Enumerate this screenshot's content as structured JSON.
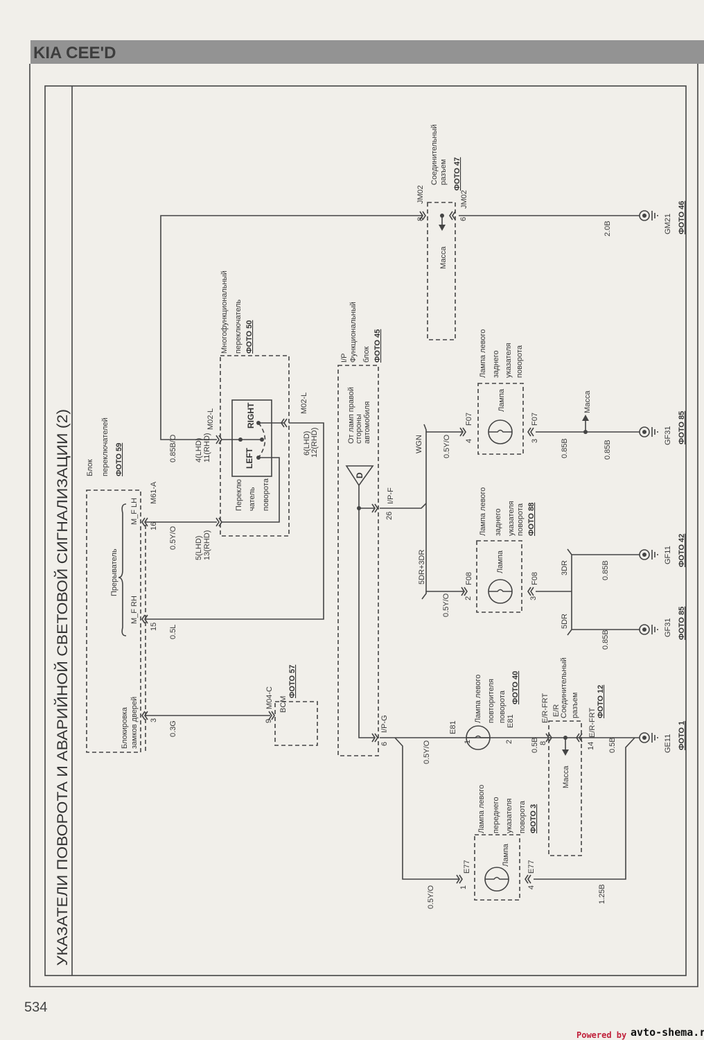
{
  "header": {
    "brand": "KIA CEE'D"
  },
  "page": {
    "number": "534",
    "title": "УКАЗАТЕЛИ ПОВОРОТА И АВАРИЙНОЙ СВЕТОВОЙ СИГНАЛИЗАЦИИ (2)"
  },
  "watermark": {
    "powered": "Powered by",
    "site": "avto-shema.ru"
  },
  "components": {
    "switch_block": {
      "lines": [
        "Блок",
        "переключателей"
      ],
      "photo": "ФОТО 59"
    },
    "interrupter": {
      "label": "Прерыватель",
      "mf_lh": "M_F LH",
      "mf_rh": "M_F RH"
    },
    "door_lock": {
      "lines": [
        "Блокировка",
        "замков дверей"
      ]
    },
    "multifunction_switch": {
      "lines": [
        "Многофункциональный",
        "переключатель"
      ],
      "photo": "ФОТО 50"
    },
    "turn_switch": {
      "lines": [
        "Переклю",
        "чатель",
        "поворота"
      ],
      "left": "LEFT",
      "right": "RIGHT"
    },
    "bcm": {
      "name": "BCM",
      "photo": "ФОТО 57"
    },
    "ip_block": {
      "lines": [
        "I/P",
        "Функциональный",
        "блок"
      ],
      "photo": "ФОТО 45"
    },
    "right_side_feed": {
      "lines": [
        "От ламп правой",
        "стороны",
        "автомобиля"
      ],
      "symbol": "D"
    },
    "rear_lamp_f07": {
      "lines": [
        "Лампа левого",
        "заднего",
        "указателя",
        "поворота"
      ],
      "inner": "Лампа"
    },
    "rear_lamp_f08": {
      "lines": [
        "Лампа левого",
        "заднего",
        "указателя",
        "поворота"
      ],
      "photo": "ФОТО 88",
      "inner": "Лампа"
    },
    "side_repeater_e81": {
      "lines": [
        "Лампа левого",
        "повторителя",
        "поворота"
      ],
      "photo": "ФОТО 40"
    },
    "front_lamp_e77": {
      "lines": [
        "Лампа левого",
        "переднего",
        "указателя",
        "поворота"
      ],
      "photo": "ФОТО 3",
      "inner": "Лампа"
    },
    "jm02_connector": {
      "lines": [
        "Соединительный",
        "разъем"
      ],
      "photo": "ФОТО 47",
      "ground": "Масса"
    },
    "er_connector": {
      "lines": [
        "E/R",
        "Соединительный",
        "разъем"
      ],
      "photo": "ФОТО 12",
      "ground": "Масса"
    },
    "f07_ground": {
      "label": "Масса"
    }
  },
  "connectors": {
    "m61a": {
      "id": "M61-A",
      "pins": [
        "16",
        "15",
        "3"
      ]
    },
    "m02l_left": {
      "id": "M02-L",
      "pins": [
        "4(LHD)",
        "11(RHD)",
        "5(LHD)",
        "13(RHD)"
      ]
    },
    "m02l_right": {
      "id": "M02-L",
      "pins": [
        "6(LHD)",
        "12(RHD)"
      ]
    },
    "m04c": {
      "id": "M04-C",
      "pins": [
        "9"
      ]
    },
    "ipf": {
      "id": "I/P-F",
      "pins": [
        "26"
      ]
    },
    "ipg": {
      "id": "I/P-G",
      "pins": [
        "6"
      ]
    },
    "f07": {
      "id": "F07",
      "pins": [
        "4",
        "3"
      ]
    },
    "f08": {
      "id": "F08",
      "pins": [
        "2",
        "3"
      ]
    },
    "e81": {
      "id": "E81",
      "pins": [
        "1",
        "2"
      ]
    },
    "er_frt": {
      "id": "E/R-FRT",
      "pins": [
        "8",
        "14"
      ]
    },
    "e77": {
      "id": "E77",
      "pins": [
        "1",
        "4"
      ]
    },
    "jm02": {
      "id": "JM02",
      "pins": [
        "8",
        "6"
      ]
    }
  },
  "wires": {
    "w085bo": "0.85B/O",
    "w05yo_m61": "0.5Y/O",
    "w05l": "0.5L",
    "w03g": "0.3G",
    "wgn": "WGN",
    "w05yo_f07": "0.5Y/O",
    "w5dr3dr": "5DR+3DR",
    "w05yo_f08": "0.5Y/O",
    "w085b_f07a": "0.85B",
    "w085b_f07b": "0.85B",
    "w3dr": "3DR",
    "w5dr": "5DR",
    "w085b_gf11": "0.85B",
    "w085b_gf31": "0.85B",
    "w20b": "2.0B",
    "w05yo_ipg": "0.5Y/O",
    "w05b_a": "0.5B",
    "w05b_b": "0.5B",
    "w05yo_e77": "0.5Y/O",
    "w125b": "1.25B"
  },
  "grounds": [
    {
      "id": "GM21",
      "photo": "ФОТО 46"
    },
    {
      "id": "GF31",
      "photo": "ФОТО 85"
    },
    {
      "id": "GF11",
      "photo": "ФОТО 42"
    },
    {
      "id": "GF31",
      "photo": "ФОТО 85"
    },
    {
      "id": "GE11",
      "photo": "ФОТО 1"
    }
  ]
}
